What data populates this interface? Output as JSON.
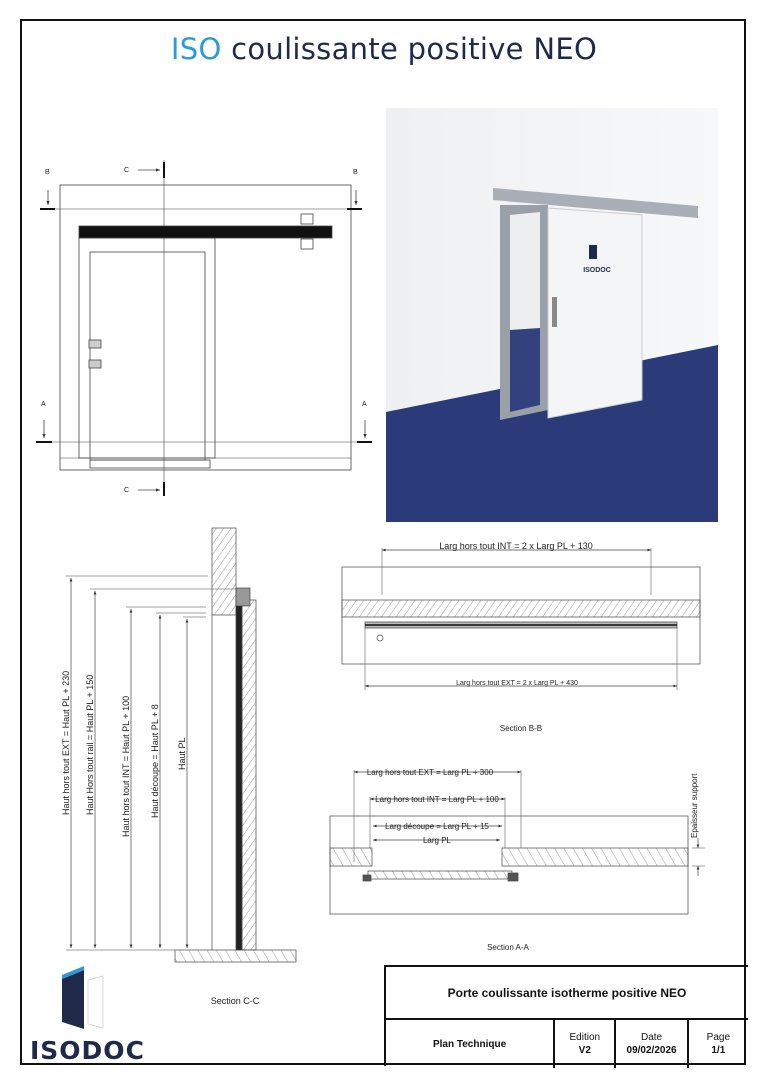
{
  "title": {
    "prefix": "ISO",
    "rest": " coulissante positive NEO"
  },
  "front_view": {
    "section_b": "B",
    "section_a": "A",
    "section_c": "C"
  },
  "photo": {
    "brand": "ISODOC"
  },
  "section_cc": {
    "label": "Section C-C",
    "dims": [
      "Haut hors tout EXT = Haut PL + 230",
      "Haut Hors tout rail = Haut PL + 150",
      "Haut hors tout INT = Haut PL + 100",
      "Haut découpe = Haut PL + 8",
      "Haut PL"
    ]
  },
  "section_bb": {
    "label": "Section B-B",
    "dim_int": "Larg hors tout INT = 2 x Larg PL +  130",
    "dim_ext": "Larg hors tout EXT = 2 x Larg PL + 430"
  },
  "section_aa": {
    "label": "Section A-A",
    "dims": [
      "Larg hors tout EXT = Larg PL + 300",
      "Larg hors tout INT = Larg PL + 100",
      "Larg découpe = Larg PL + 15",
      "Larg PL"
    ],
    "support": "Epaisseur support"
  },
  "title_block": {
    "name": "Porte coulissante isotherme positive NEO",
    "type": "Plan Technique",
    "edition_label": "Edition",
    "edition": "V2",
    "date_label": "Date",
    "date": "09/02/2026",
    "page_label": "Page",
    "page": "1/1"
  },
  "logo": {
    "text": "ISODOC"
  },
  "colors": {
    "brand_blue": "#2b9bd8",
    "brand_navy": "#1f2a4a",
    "floor": "#2b3a78"
  }
}
